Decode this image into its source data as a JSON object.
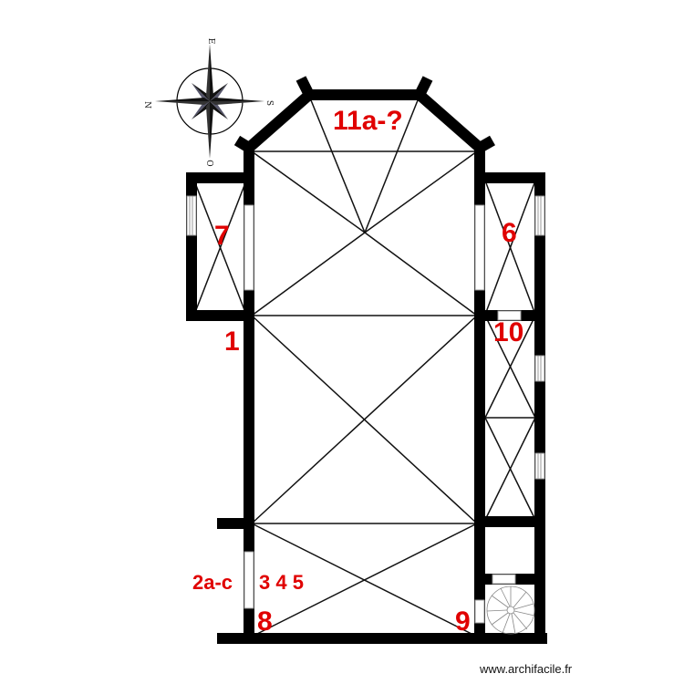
{
  "plan": {
    "compass": {
      "north": "N",
      "south": "S",
      "east": "E",
      "west": "O"
    },
    "rooms": [
      {
        "id": "11a",
        "label": "11a-?"
      },
      {
        "id": "7",
        "label": "7"
      },
      {
        "id": "6",
        "label": "6"
      },
      {
        "id": "1",
        "label": "1"
      },
      {
        "id": "10",
        "label": "10"
      },
      {
        "id": "2a-c",
        "label": "2a-c"
      },
      {
        "id": "345",
        "label": "3 4 5"
      },
      {
        "id": "8",
        "label": "8"
      },
      {
        "id": "9",
        "label": "9"
      }
    ],
    "colors": {
      "wall": "#000000",
      "label": "#e00000",
      "window": "#bdbdbd",
      "vault_lines": "#111111"
    }
  },
  "footer": {
    "watermark": "www.archifacile.fr"
  }
}
